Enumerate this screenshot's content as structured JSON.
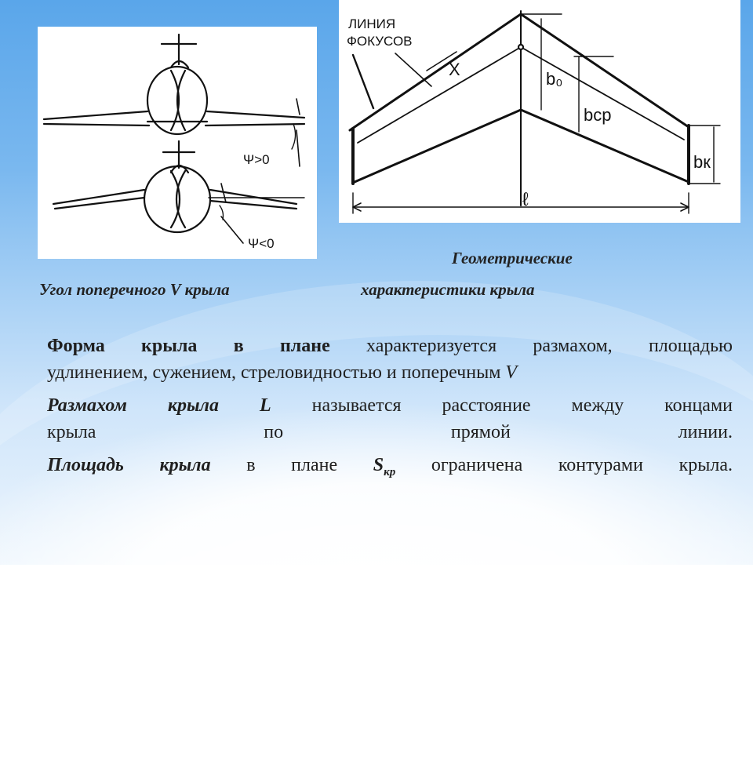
{
  "figures": {
    "dihedral": {
      "caption": "Угол поперечного V крыла",
      "label_positive": "Ψ>0",
      "label_negative": "Ψ<0"
    },
    "geometry": {
      "caption_line1": "Геометрические",
      "caption_line2": "характеристики крыла",
      "label_focus_line_1": "ЛИНИЯ",
      "label_focus_line_2": "ФОКУСОВ",
      "label_x": "X",
      "label_b0": "b₀",
      "label_bsr": "bср",
      "label_bk": "bк",
      "label_span": "ℓ"
    }
  },
  "paragraphs": {
    "p1": {
      "bold": "Форма крыла в плане",
      "rest": " характеризуется размахом, площадью",
      "line2": "удлинением, сужением, стреловидностью и поперечным ",
      "line2_italic": "V"
    },
    "p2": {
      "bold_italic": "Размахом крыла L",
      "rest": " называется расстояние между концами",
      "line2": "крыла по прямой линии."
    },
    "p3": {
      "bold_italic": "Площадь крыла",
      "mid": " в плане ",
      "symbol": "S",
      "subscript": "кр",
      "rest": " ограничена контурами крыла."
    }
  }
}
